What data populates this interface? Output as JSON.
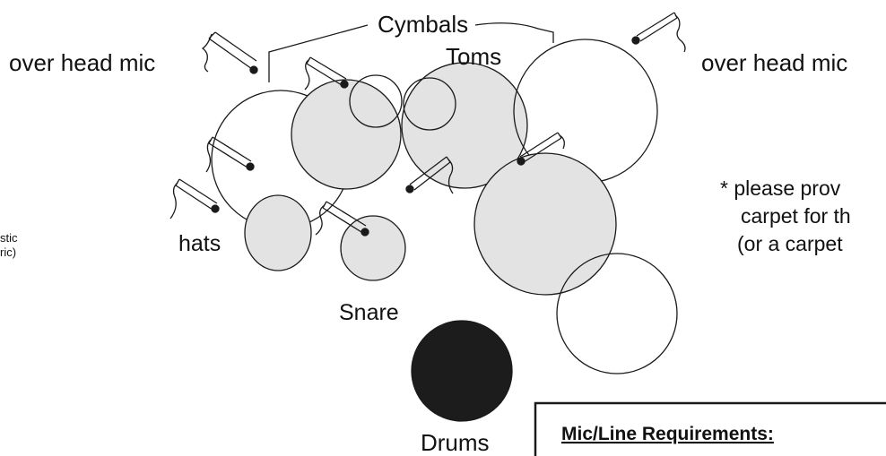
{
  "labels": {
    "cymbals": "Cymbals",
    "toms": "Toms",
    "overhead_left": "over head mic",
    "overhead_right": "over head mic",
    "hats": "hats",
    "snare": "Snare",
    "drums": "Drums",
    "left_edge_line1": "stic",
    "left_edge_line2": "ric)",
    "note_line1": "* please prov",
    "note_line2": "carpet for th",
    "note_line3": "(or a carpet",
    "requirements_title": "Mic/Line Requirements:"
  },
  "colors": {
    "stroke": "#1a1a1a",
    "fill_drum": "#e3e3e3",
    "fill_kick": "#1c1c1c"
  }
}
